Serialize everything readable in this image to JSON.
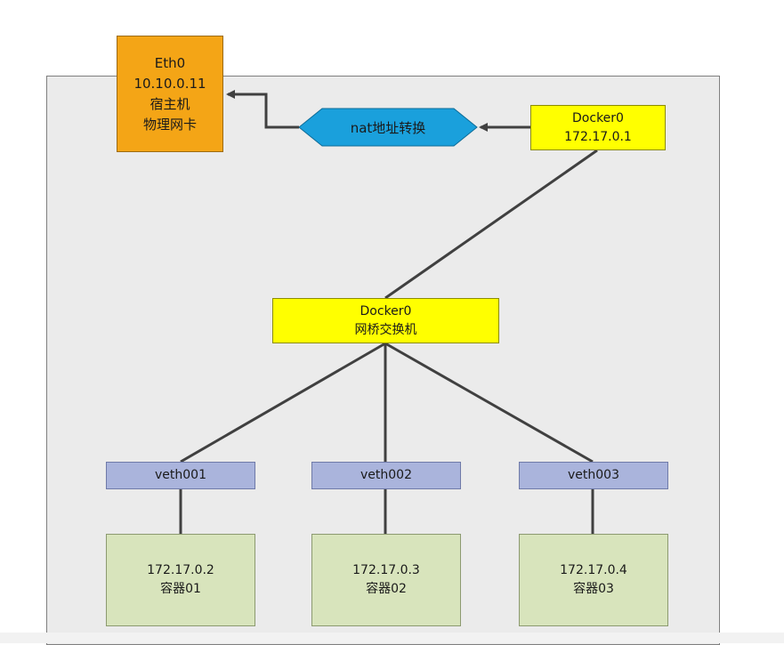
{
  "eth0": {
    "line1": "Eth0",
    "line2": "10.10.0.11",
    "line3": "宿主机",
    "line4": "物理网卡"
  },
  "nat": {
    "label": "nat地址转换"
  },
  "docker0_gateway": {
    "line1": "Docker0",
    "line2": "172.17.0.1"
  },
  "docker0_bridge": {
    "line1": "Docker0",
    "line2": "网桥交换机"
  },
  "veths": [
    {
      "label": "veth001"
    },
    {
      "label": "veth002"
    },
    {
      "label": "veth003"
    }
  ],
  "containers": [
    {
      "ip": "172.17.0.2",
      "name": "容器01"
    },
    {
      "ip": "172.17.0.3",
      "name": "容器02"
    },
    {
      "ip": "172.17.0.4",
      "name": "容器03"
    }
  ],
  "colors": {
    "eth0_fill": "#f4a516",
    "nat_fill": "#1aa0dc",
    "docker0_fill": "#ffff00",
    "veth_fill": "#aab4dc",
    "container_fill": "#d8e4bc",
    "connector": "#404040",
    "host_frame": "#ebebeb"
  }
}
